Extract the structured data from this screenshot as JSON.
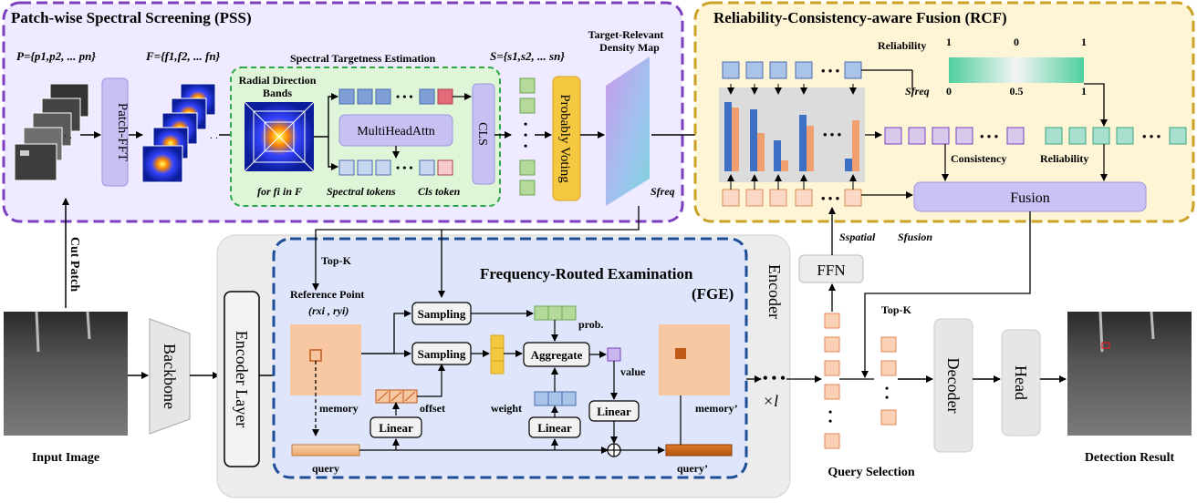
{
  "pss": {
    "title": "Patch-wise Spectral Screening (PSS)",
    "p_set": "P={p1,p2, ... pn}",
    "f_set": "F={f1,f2, ... fn}",
    "patch_fft": "Patch-FFT",
    "ste_title": "Spectral Targetness Estimation",
    "radial_bands_l1": "Radial Direction",
    "radial_bands_l2": "Bands",
    "for_fi": "for fi in F",
    "mha": "MultiHeadAttn",
    "spectral_tokens": "Spectral tokens",
    "cls_token": "Cls token",
    "cls": "CLS",
    "s_set": "S={s1,s2, ... sn}",
    "probably_voting": "Probably Voting",
    "trdm_l1": "Target-Relevant",
    "trdm_l2": "Density Map",
    "s_freq": "Sfreq"
  },
  "rcf": {
    "title": "Reliability-Consistency-aware Fusion (RCF)",
    "reliability": "Reliability",
    "rel_ticks": [
      "1",
      "0",
      "1"
    ],
    "sfreq": "Sfreq",
    "sfreq_ticks": [
      "0",
      "0.5",
      "1"
    ],
    "consistency": "Consistency",
    "reliability2": "Reliability",
    "fusion": "Fusion",
    "dots": "• • •"
  },
  "main": {
    "input_image": "Input Image",
    "cut_patch": "Cut Patch",
    "backbone": "Backbone",
    "encoder_layer": "Encoder Layer",
    "encoder": "Encoder",
    "s_spatial": "Sspatial",
    "s_fusion": "Sfusion",
    "ffn": "FFN",
    "topk": "Top-K",
    "query_selection": "Query Selection",
    "decoder": "Decoder",
    "head": "Head",
    "detection_result": "Detection Result",
    "times_l": "×l"
  },
  "fge": {
    "title": "Frequency-Routed Examination",
    "abbr": "(FGE)",
    "topk": "Top-K",
    "reference_point": "Reference Point",
    "ref_coords": "(rxi , ryi)",
    "sampling1": "Sampling",
    "sampling2": "Sampling",
    "aggregate": "Aggregate",
    "prob": "prob.",
    "value": "value",
    "offset": "offset",
    "weight": "weight",
    "linear1": "Linear",
    "linear2": "Linear",
    "linear3": "Linear",
    "memory": "memory",
    "memory_prime": "memory’",
    "query": "query",
    "query_prime": "query’"
  },
  "colors": {
    "pss_fill": "#efeaff",
    "pss_border": "#7b3fbf",
    "rcf_fill": "#fdf5d6",
    "rcf_border": "#c9a227",
    "fge_border": "#1f4e99",
    "encoder_fill": "#ececec",
    "memory_orange": "#f7c7a1",
    "token_blue": "#a9c4e8",
    "token_pink": "#f4a5ab",
    "token_green": "#b4d99a",
    "voting_yellow": "#f5c842",
    "fusion_purple": "#c9c2f5",
    "teal_token": "#a8e0cf"
  }
}
